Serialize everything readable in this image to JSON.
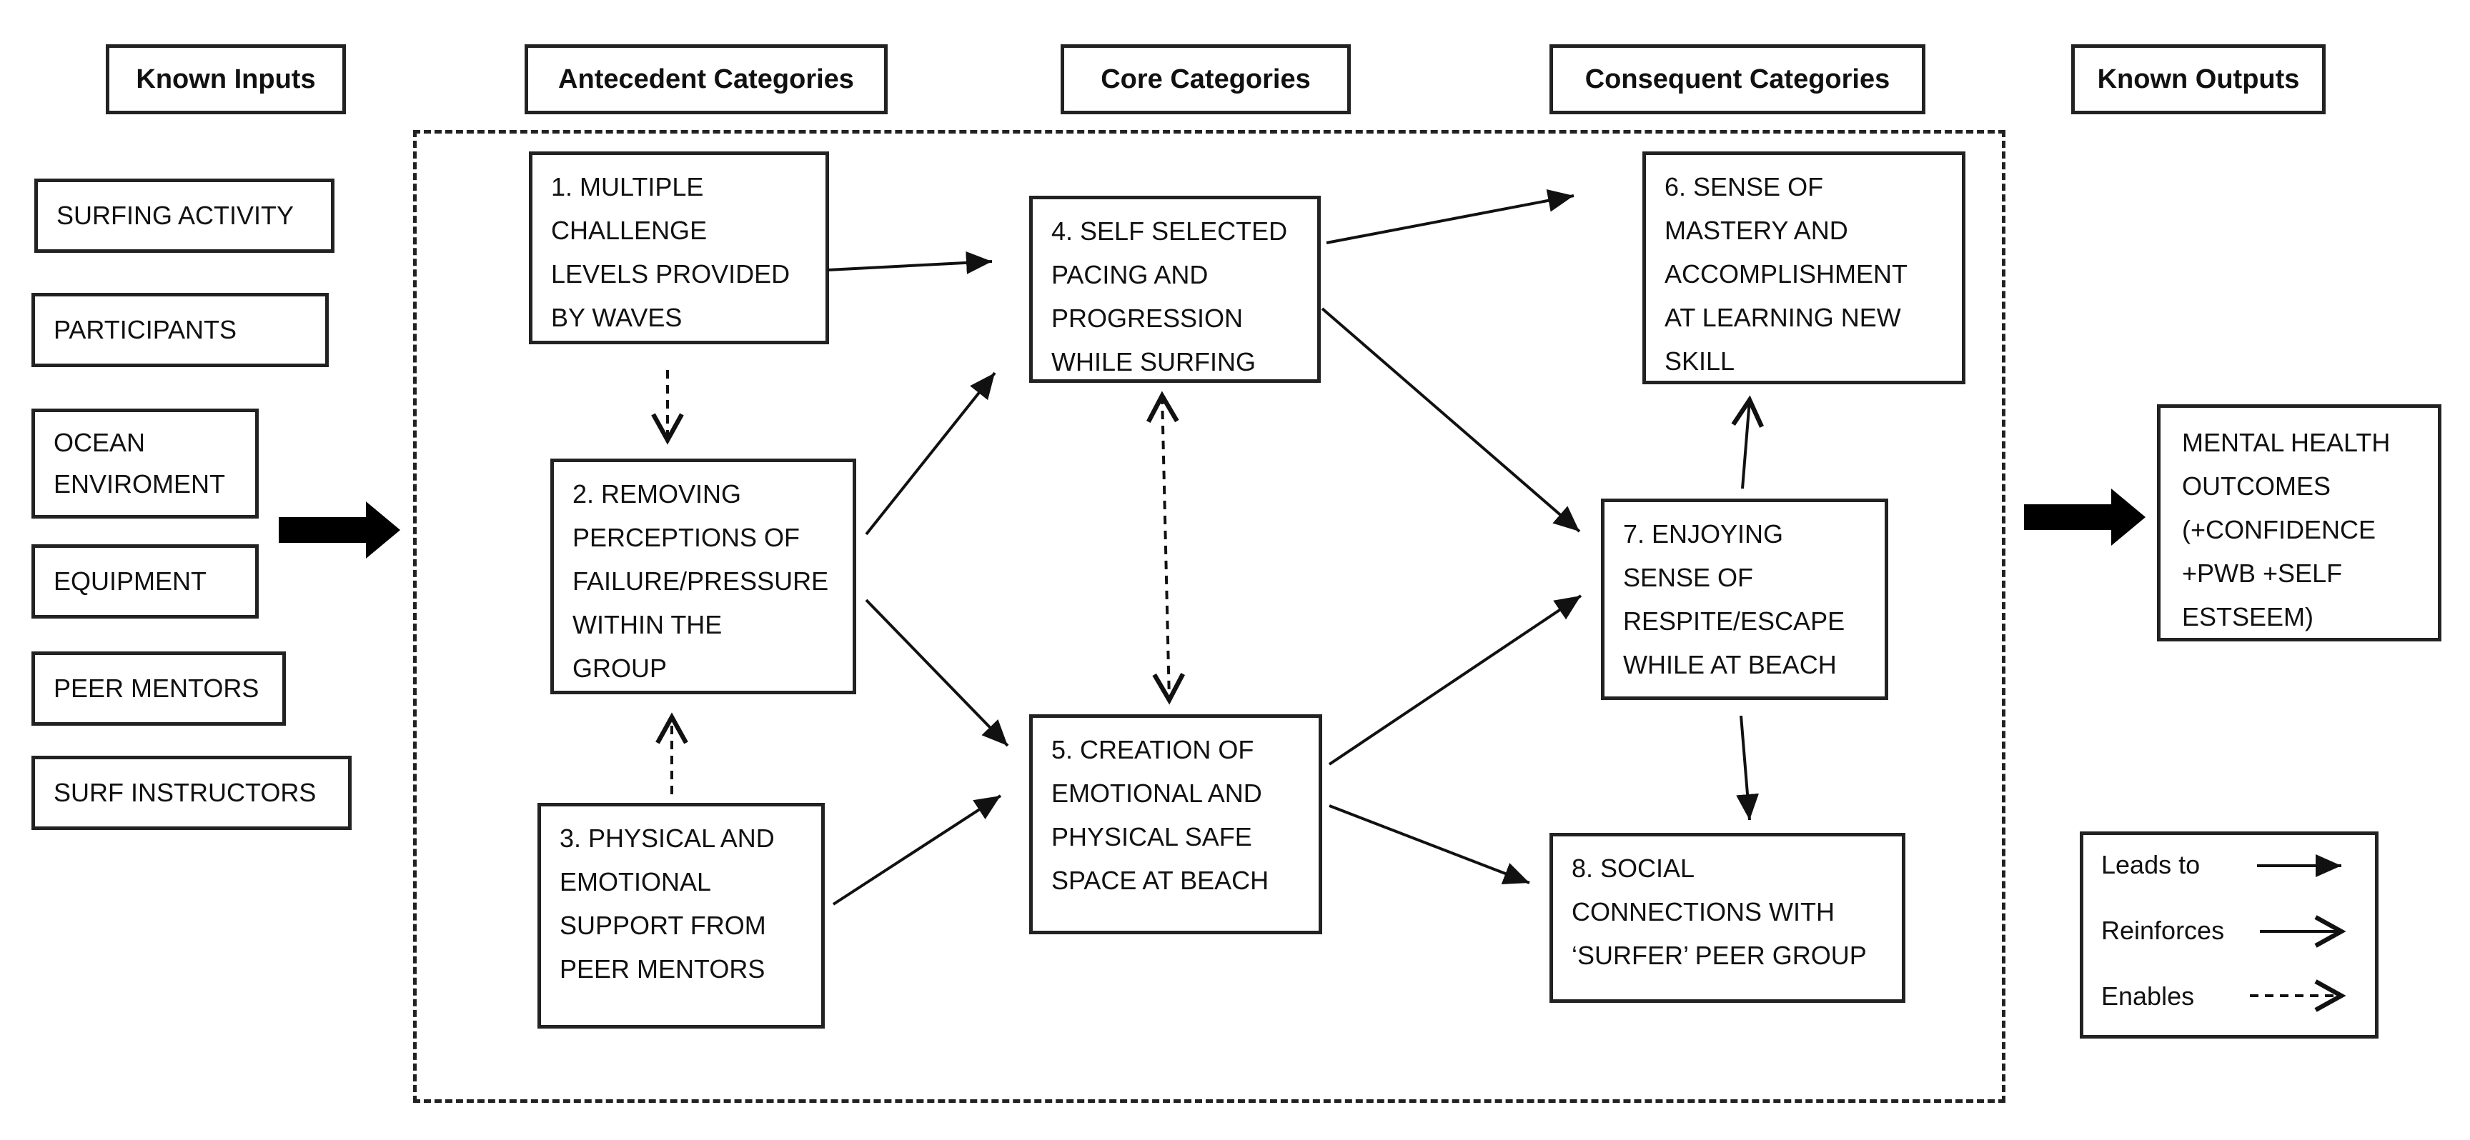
{
  "headers": {
    "known_inputs": "Known Inputs",
    "antecedent": "Antecedent Categories",
    "core": "Core Categories",
    "consequent": "Consequent Categories",
    "known_outputs": "Known Outputs"
  },
  "inputs": [
    "SURFING ACTIVITY",
    "PARTICIPANTS",
    "OCEAN\nENVIROMENT",
    "EQUIPMENT",
    "PEER MENTORS",
    "SURF INSTRUCTORS"
  ],
  "categories": {
    "c1": "1. MULTIPLE\nCHALLENGE\nLEVELS PROVIDED\nBY WAVES",
    "c2": "2. REMOVING\nPERCEPTIONS OF\nFAILURE/PRESSURE\nWITHIN THE\nGROUP",
    "c3": "3. PHYSICAL AND\nEMOTIONAL\nSUPPORT FROM\nPEER MENTORS",
    "c4": "4. SELF SELECTED\nPACING AND\nPROGRESSION\nWHILE SURFING",
    "c5": "5. CREATION OF\nEMOTIONAL AND\nPHYSICAL SAFE\nSPACE AT BEACH",
    "c6": "6. SENSE OF\nMASTERY AND\nACCOMPLISHMENT\nAT LEARNING NEW\nSKILL",
    "c7": "7. ENJOYING\nSENSE OF\nRESPITE/ESCAPE\nWHILE AT BEACH",
    "c8": "8. SOCIAL\nCONNECTIONS WITH\n‘SURFER’ PEER GROUP"
  },
  "output": "MENTAL HEALTH\nOUTCOMES\n(+CONFIDENCE\n+PWB +SELF\nESTSEEM)",
  "legend": {
    "leads_to": "Leads to",
    "reinforces": "Reinforces",
    "enables": "Enables"
  }
}
